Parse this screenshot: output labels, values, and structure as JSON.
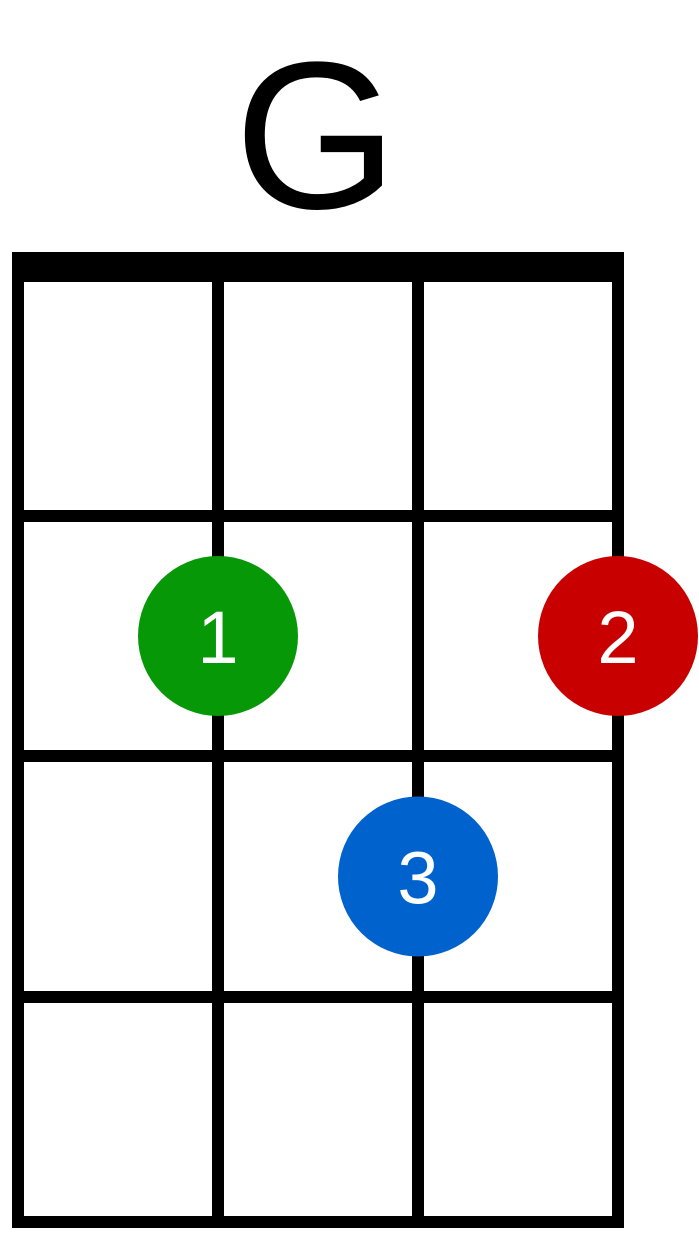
{
  "chord": {
    "name": "G",
    "strings": 4,
    "frets": 4,
    "nut": true,
    "line_color": "#000000",
    "background": "#ffffff"
  },
  "fingers": [
    {
      "string": 2,
      "fret": 2,
      "label": "1",
      "color": "#079807"
    },
    {
      "string": 4,
      "fret": 2,
      "label": "2",
      "color": "#c80000"
    },
    {
      "string": 3,
      "fret": 3,
      "label": "3",
      "color": "#0062cc"
    }
  ]
}
